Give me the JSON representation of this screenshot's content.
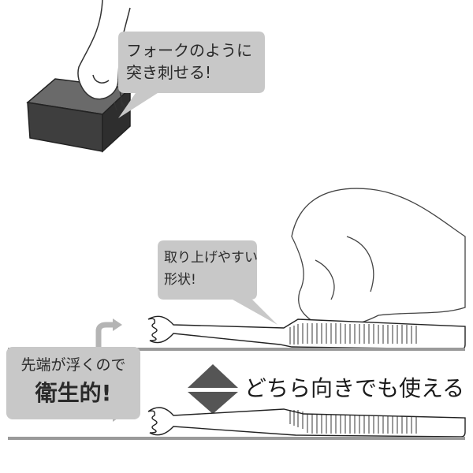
{
  "callouts": {
    "fork": {
      "line1": "フォークのように",
      "line2": "突き刺せる!"
    },
    "pickup": {
      "line1": "取り上げやすい",
      "line2": "形状!"
    },
    "hygiene": {
      "line1": "先端が浮くので",
      "line2": "衛生的!"
    }
  },
  "tagline": "どちら向きでも使える",
  "icons": [
    "hand-icon",
    "food-block-icon",
    "fork-pick-icon",
    "curved-arrow-icon",
    "flip-diamond-icon"
  ],
  "colors": {
    "bubble": "#c8c8c8",
    "block": "#4a4a4a",
    "arrow": "#b4b4b4",
    "diamond": "#555555",
    "surface": "#9a9a9a"
  }
}
